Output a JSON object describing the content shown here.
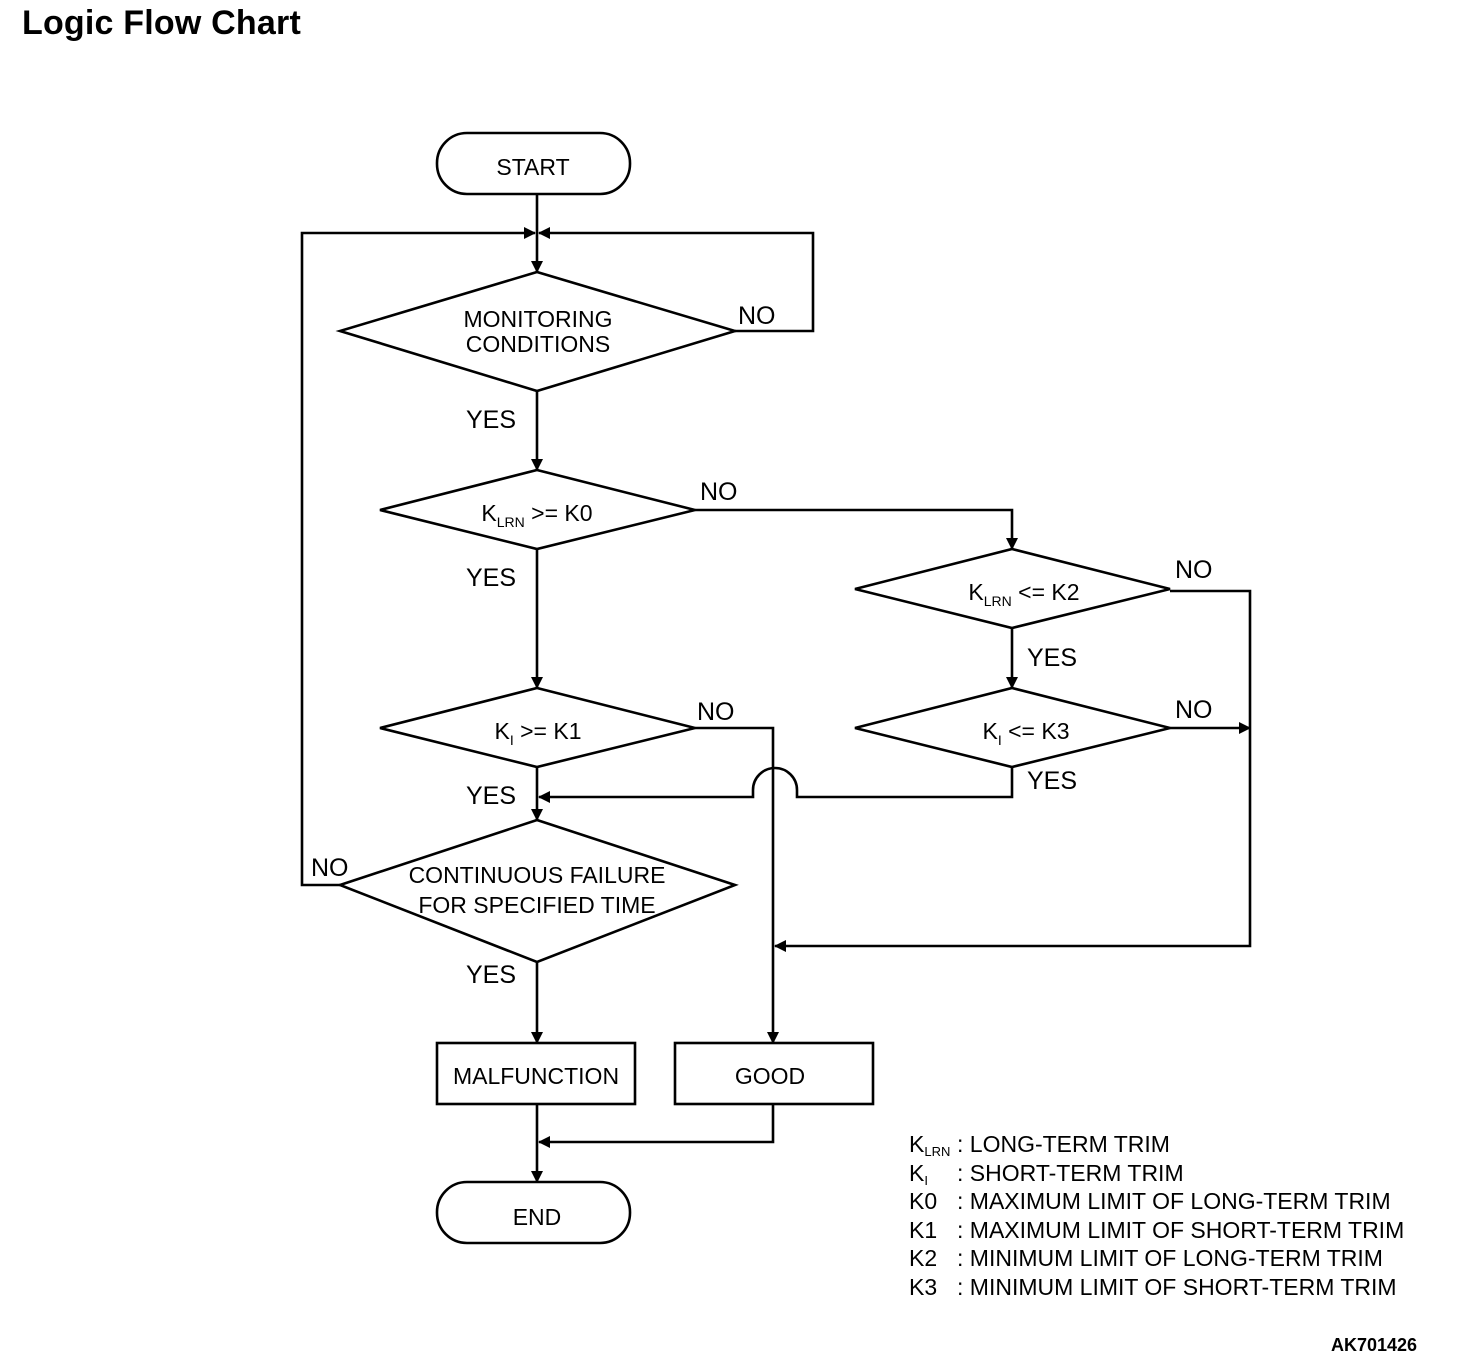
{
  "title": "Logic Flow Chart",
  "nodes": {
    "start": "START",
    "monitoring": [
      "MONITORING",
      "CONDITIONS"
    ],
    "klrn_k0": {
      "sym": "K",
      "sub": "LRN",
      "rest": " >= K0"
    },
    "ki_k1": {
      "sym": "K",
      "sub": "I",
      "rest": " >= K1"
    },
    "klrn_k2": {
      "sym": "K",
      "sub": "LRN",
      "rest": " <= K2"
    },
    "ki_k3": {
      "sym": "K",
      "sub": "I",
      "rest": " <= K3"
    },
    "continuous": [
      "CONTINUOUS FAILURE",
      "FOR SPECIFIED TIME"
    ],
    "malfunction": "MALFUNCTION",
    "good": "GOOD",
    "end": "END"
  },
  "branch_labels": {
    "yes": "YES",
    "no": "NO"
  },
  "legend": [
    {
      "sym": "K",
      "sub": "LRN",
      "sep": ": ",
      "desc": "LONG-TERM TRIM"
    },
    {
      "sym": "K",
      "sub": "I",
      "sep": ": ",
      "desc": "SHORT-TERM TRIM"
    },
    {
      "sym": "K0",
      "sub": "",
      "sep": ": ",
      "desc": "MAXIMUM LIMIT OF LONG-TERM TRIM"
    },
    {
      "sym": "K1",
      "sub": "",
      "sep": ": ",
      "desc": "MAXIMUM LIMIT OF SHORT-TERM TRIM"
    },
    {
      "sym": "K2",
      "sub": "",
      "sep": ": ",
      "desc": "MINIMUM LIMIT OF LONG-TERM TRIM"
    },
    {
      "sym": "K3",
      "sub": "",
      "sep": ": ",
      "desc": "MINIMUM LIMIT OF SHORT-TERM TRIM"
    }
  ],
  "figure_id": "AK701426"
}
